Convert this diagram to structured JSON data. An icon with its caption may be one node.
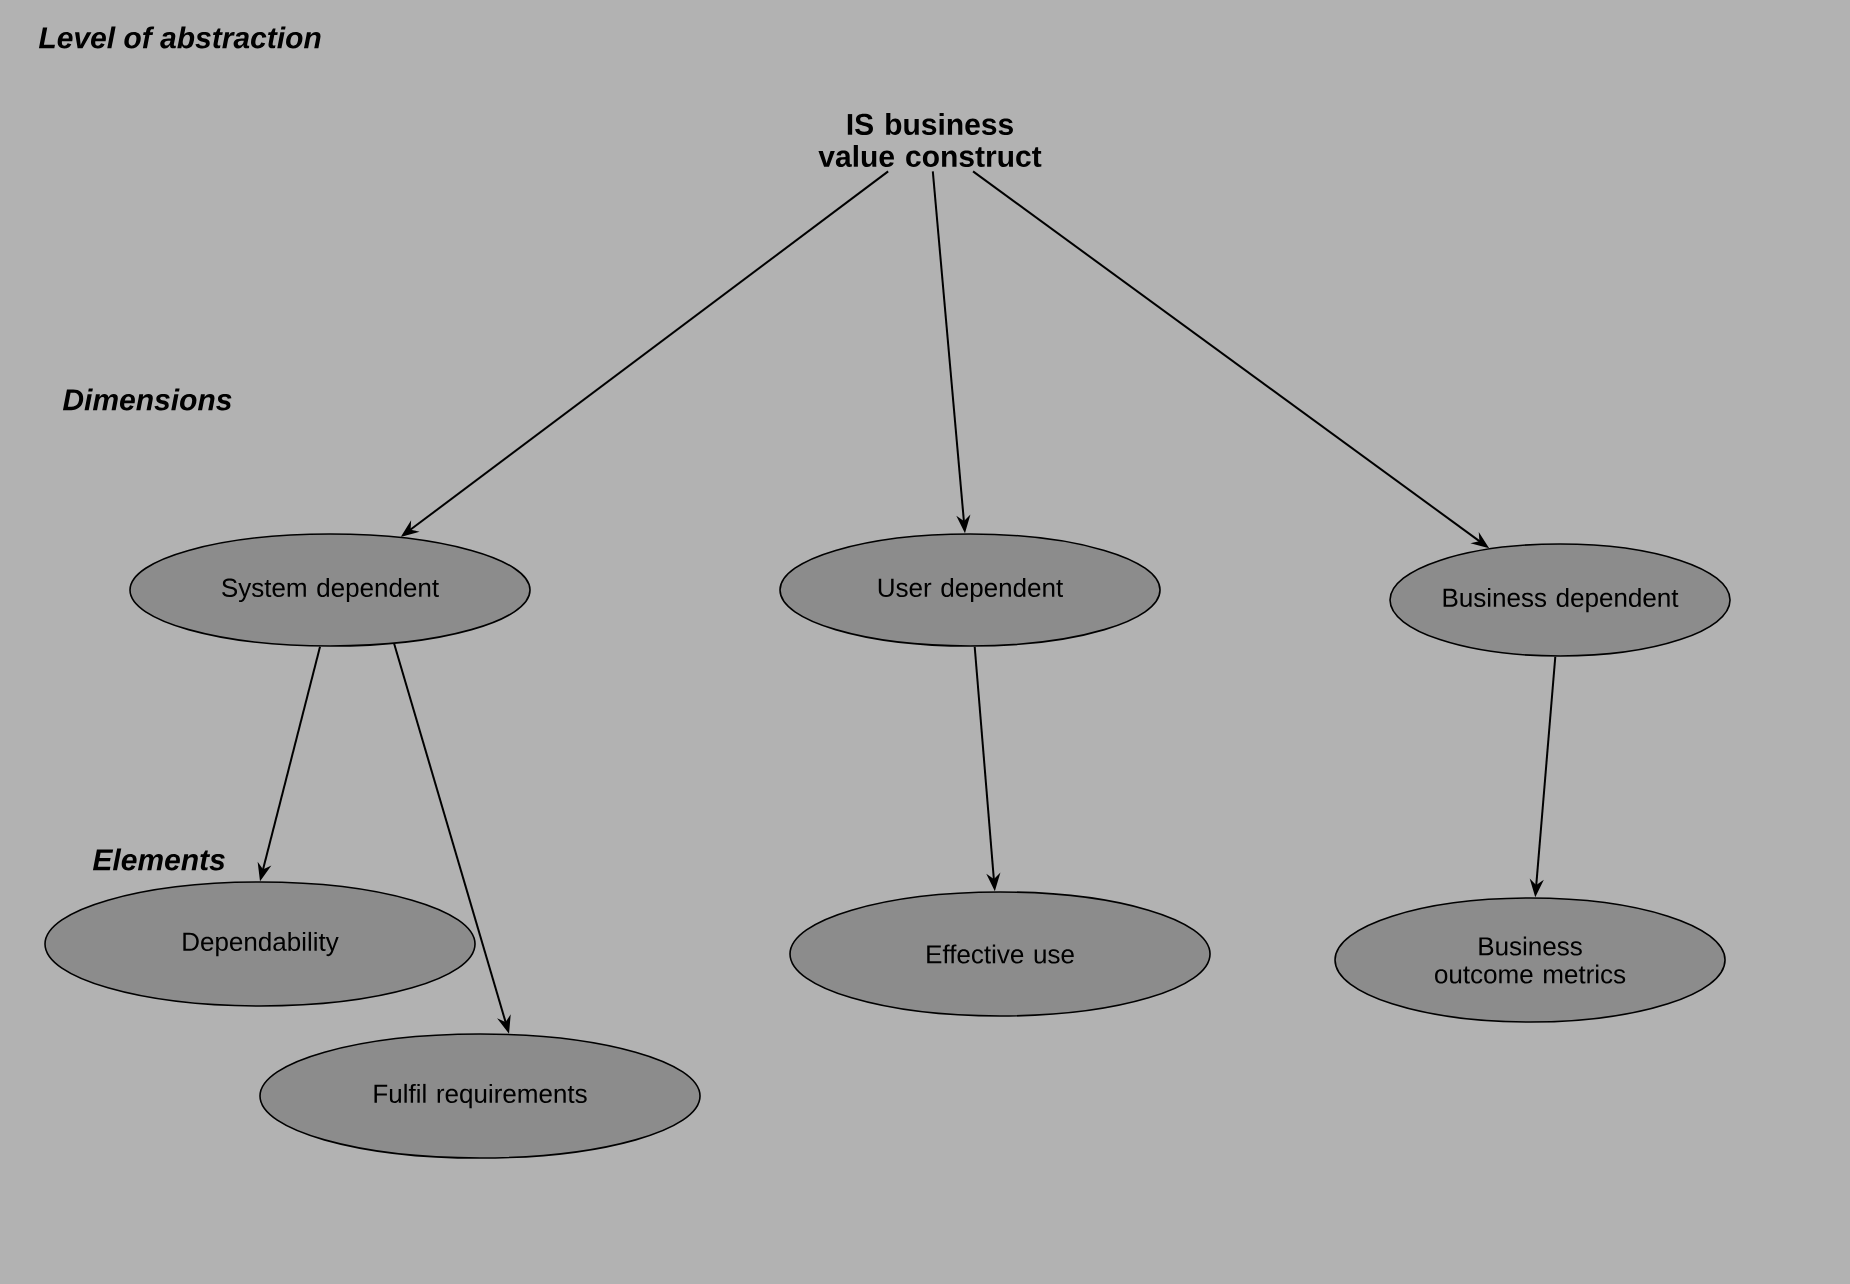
{
  "diagram": {
    "nodes": [
      {
        "text": [
          "IS business value construct"
        ]
      },
      {
        "text": [
          "System dependent"
        ]
      },
      {
        "text": [
          "User dependent"
        ]
      },
      {
        "text": [
          "Business dependent"
        ]
      },
      {
        "text": [
          "Dependability"
        ]
      },
      {
        "text": [
          "Fulfil requirements"
        ]
      },
      {
        "text": [
          "Effective use"
        ]
      },
      {
        "text": [
          "Business outcome metrics"
        ]
      }
    ],
    "edges": [
      {
        "from": 0,
        "to": 1,
        "arrow": "to"
      },
      {
        "from": 0,
        "to": 2,
        "arrow": "to"
      },
      {
        "from": 0,
        "to": 3,
        "arrow": "to"
      },
      {
        "from": 1,
        "to": 4,
        "arrow": "to"
      },
      {
        "from": 1,
        "to": 5,
        "arrow": "to"
      },
      {
        "from": 2,
        "to": 6,
        "arrow": "to"
      },
      {
        "from": 3,
        "to": 7,
        "arrow": "to"
      }
    ],
    "labels": [
      "Level of abstraction",
      "Dimensions",
      "Elements"
    ]
  }
}
